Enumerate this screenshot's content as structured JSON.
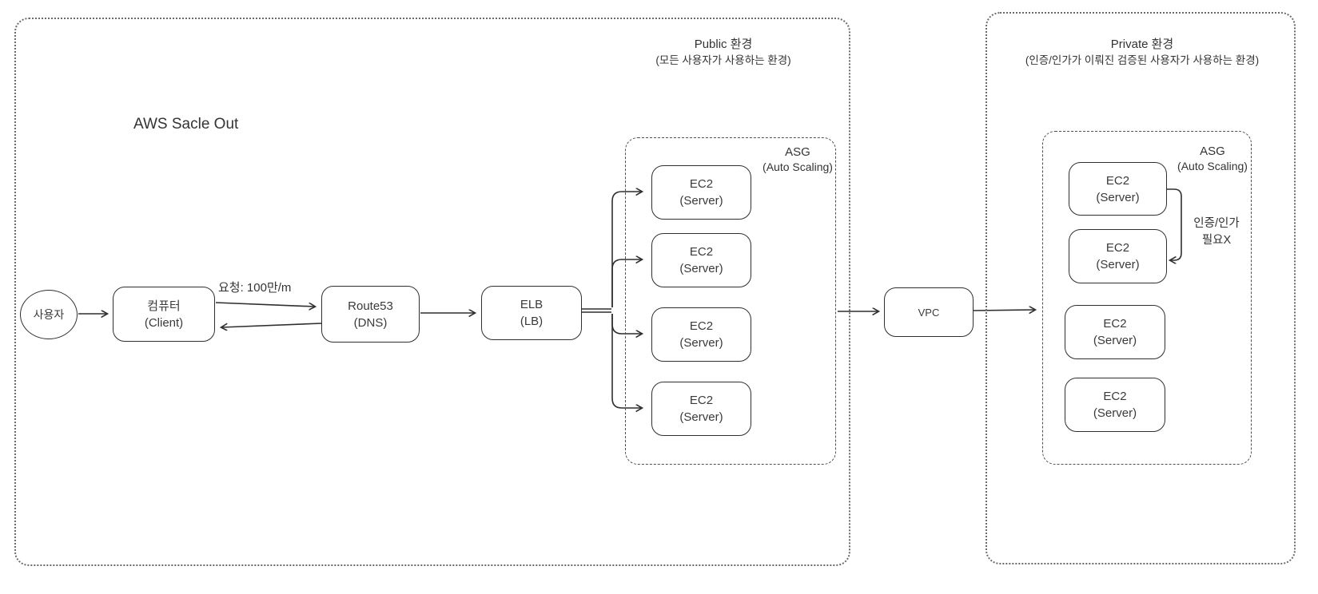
{
  "title": "AWS Sacle Out",
  "colors": {
    "stroke": "#2f2f2f",
    "dotted_border": "#6b6b6b",
    "dashed_border": "#4f4f4f",
    "text": "#333333",
    "background": "#ffffff"
  },
  "public_env": {
    "header_line1": "Public 환경",
    "header_line2": "(모든 사용자가 사용하는 환경)",
    "request_label": "요청: 100만/m",
    "nodes": {
      "user": {
        "label": "사용자"
      },
      "client": {
        "line1": "컴퓨터",
        "line2": "(Client)"
      },
      "route53": {
        "line1": "Route53",
        "line2": "(DNS)"
      },
      "elb": {
        "line1": "ELB",
        "line2": "(LB)"
      }
    },
    "asg": {
      "label_line1": "ASG",
      "label_line2": "(Auto Scaling)",
      "servers": [
        {
          "line1": "EC2",
          "line2": "(Server)"
        },
        {
          "line1": "EC2",
          "line2": "(Server)"
        },
        {
          "line1": "EC2",
          "line2": "(Server)"
        },
        {
          "line1": "EC2",
          "line2": "(Server)"
        }
      ]
    }
  },
  "vpc": {
    "label": "VPC"
  },
  "private_env": {
    "header_line1": "Private 환경",
    "header_line2": "(인증/인가가 이뤄진 검증된 사용자가 사용하는 환경)",
    "asg": {
      "label_line1": "ASG",
      "label_line2": "(Auto Scaling)",
      "auth_note_line1": "인증/인가",
      "auth_note_line2": "필요X",
      "servers": [
        {
          "line1": "EC2",
          "line2": "(Server)"
        },
        {
          "line1": "EC2",
          "line2": "(Server)"
        },
        {
          "line1": "EC2",
          "line2": "(Server)"
        },
        {
          "line1": "EC2",
          "line2": "(Server)"
        }
      ]
    }
  }
}
